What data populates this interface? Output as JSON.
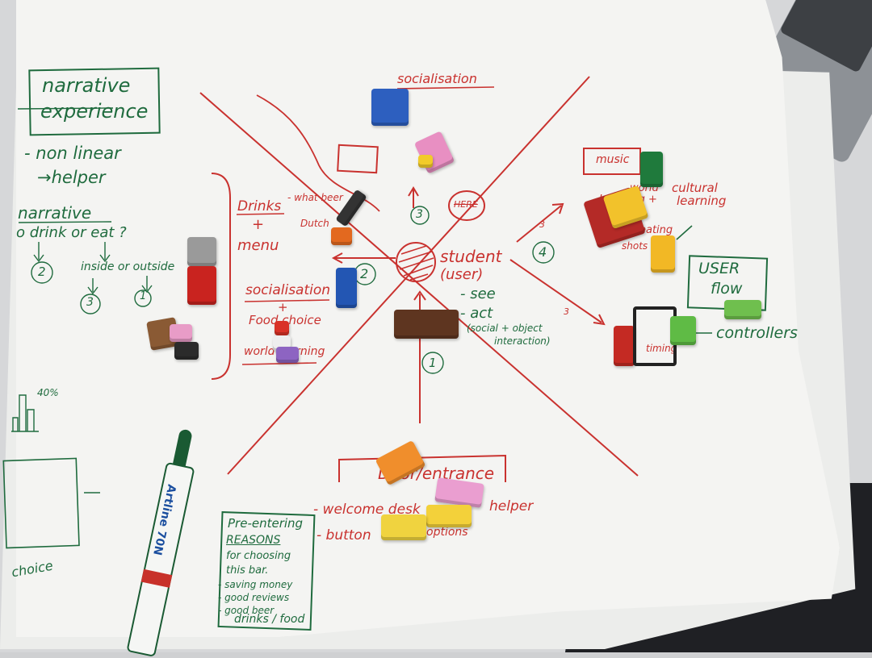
{
  "colors": {
    "red_ink": "#c9322f",
    "green_ink": "#1f6b3e",
    "paper": "#f4f4f2"
  },
  "left_panel": {
    "title": [
      "narrative",
      "experience"
    ],
    "non_linear": "- non linear",
    "helper": "→helper",
    "narrative": "narrative",
    "question": "o drink or eat ?",
    "num2": "2",
    "inside_outside": "inside or outside",
    "num3": "3",
    "num1": "1",
    "chart_label": "40%",
    "choice": "choice"
  },
  "center": {
    "socialisation_top": "socialisation",
    "drinks": "Drinks",
    "plus": "+",
    "menu": "menu",
    "what_beer": "- what beer",
    "dutch": "Dutch",
    "socialisation_left": "socialisation",
    "plus2": "+",
    "food_choice": "Food choice",
    "world_learning": "world learning",
    "student": "student",
    "user": "(user)",
    "see": "- see",
    "act": "- act",
    "social_object": "(social + object",
    "interaction": "interaction)",
    "num_1": "1",
    "num_2": "2",
    "num_3": "3",
    "num_4": "4",
    "small_3a": "3",
    "small_3b": "3",
    "here": "HERE"
  },
  "right_panel": {
    "music": "music",
    "world": "world",
    "learning_plus": "Learning +",
    "cultural": "cultural",
    "cultural_learning": "learning",
    "eating": "eating",
    "shots": "shots",
    "user_flow": [
      "USER",
      "flow"
    ],
    "controllers": "controllers",
    "timing": "timing"
  },
  "bottom": {
    "door_entrance": "Door/entrance",
    "welcome": "- welcome desk",
    "helper": "helper",
    "button": "- button",
    "options": "options",
    "pre_entering_title": "Pre-entering",
    "reasons": "REASONS",
    "for_choosing": "for choosing",
    "this_bar": "this bar.",
    "saving": "- saving money",
    "reviews": "- good reviews",
    "good_beer": "- good beer",
    "drinks_food": "drinks / food"
  },
  "pen": {
    "brand": "Artline 70N"
  }
}
